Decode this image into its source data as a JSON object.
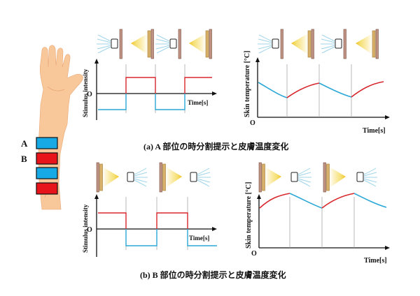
{
  "labels": {
    "band_a": "A",
    "band_b": "B"
  },
  "panel_a": {
    "caption": "(a)  A 部位の時分割提示と皮膚温度変化",
    "stimulus_ylabel": "Stimulus intensity",
    "stimulus_xlabel": "Time[s]",
    "zero": "O",
    "temp_ylabel": "Skin temperature [°C]",
    "temp_xlabel": "Time[s]",
    "temp_origin": "O"
  },
  "panel_b": {
    "caption": "(b)  B 部位の時分割提示と皮膚温度変化",
    "stimulus_ylabel": "Stimulus intensity",
    "stimulus_xlabel": "Time[s]",
    "zero": "O",
    "temp_ylabel": "Skin temperature [°C]",
    "temp_xlabel": "Time[s]",
    "temp_origin": "O"
  },
  "colors": {
    "cold": "#2aa7d6",
    "hot": "#d8262c",
    "band_blue": "#16a9e6",
    "band_red": "#e8141c",
    "skin": "#f8c79a",
    "lamp": "#f2d64a",
    "fan_board": "#caa08c"
  },
  "icons": [
    "fan-icon",
    "heat-lamp-icon",
    "arm-illustration"
  ]
}
